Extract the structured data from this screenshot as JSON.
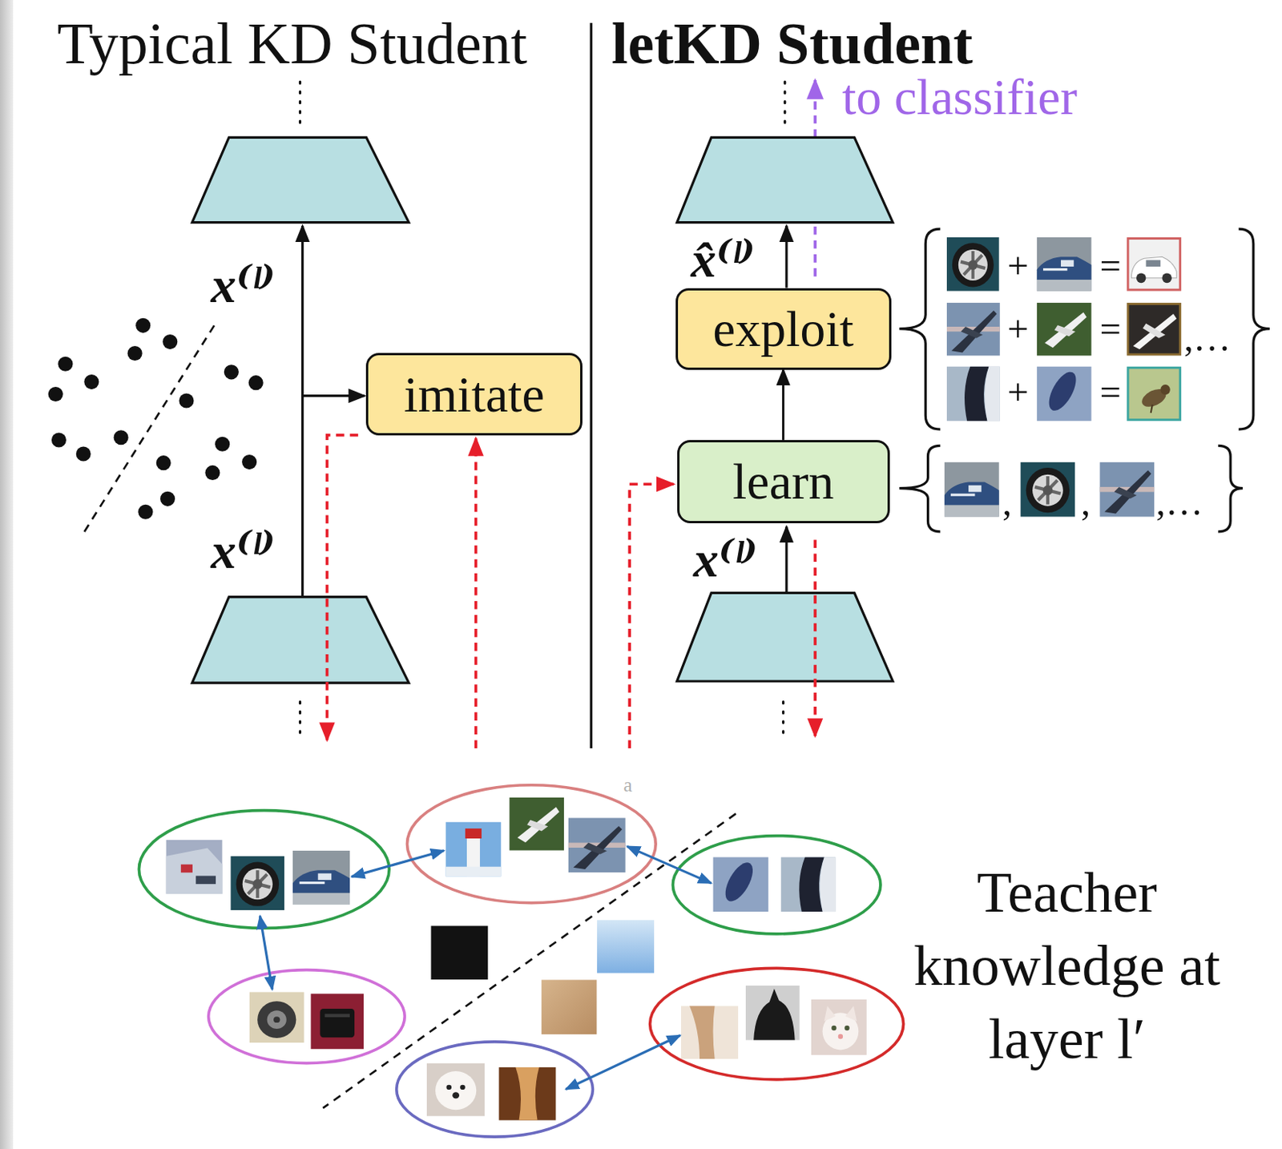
{
  "diagram": {
    "nodes": [
      {
        "text": [
          "imitate"
        ]
      },
      {
        "text": [
          "exploit"
        ]
      },
      {
        "text": [
          "learn"
        ]
      }
    ],
    "edges": [
      {
        "from": 2,
        "to": 1,
        "arrow": "to"
      }
    ],
    "labels": [
      "Typical KD Student",
      "letKD Student",
      "to classifier",
      "x⁽ˡ⁾",
      "x⁽ˡ⁾",
      "x̂⁽ˡ⁾",
      "x⁽ˡ⁾",
      "+",
      "=",
      "+",
      "=",
      ",…",
      "+",
      "=",
      ",",
      ",",
      ",…",
      "a",
      "Teacher knowledge at layer l′"
    ]
  }
}
